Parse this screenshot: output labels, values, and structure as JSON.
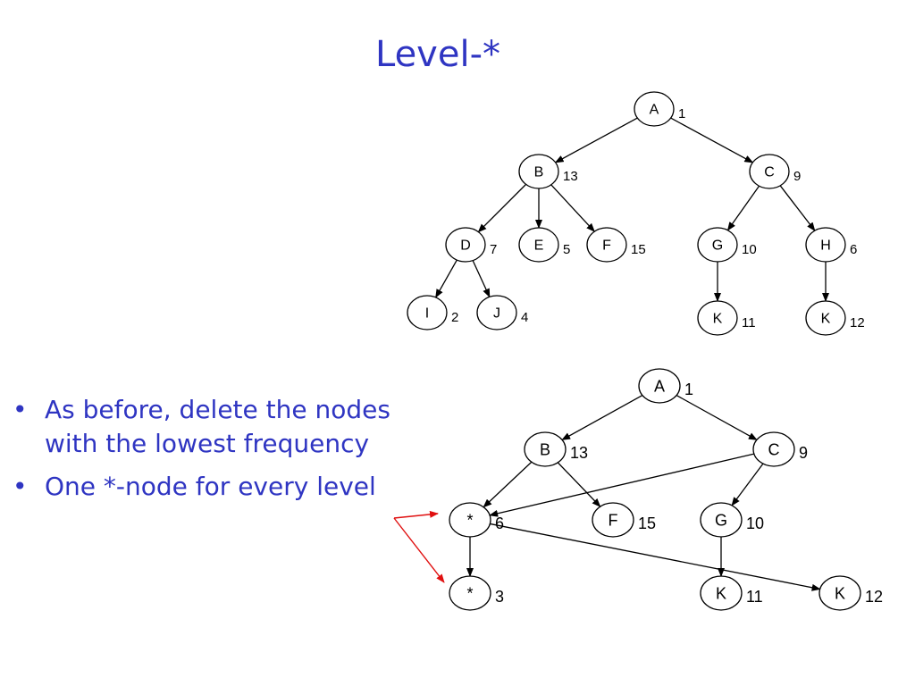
{
  "title": "Level-*",
  "bullets": [
    "As before, delete the nodes with the lowest frequency",
    "One *-node for every level"
  ],
  "top_tree": {
    "nodes": {
      "A": {
        "label": "A",
        "freq": "1"
      },
      "B": {
        "label": "B",
        "freq": "13"
      },
      "C": {
        "label": "C",
        "freq": "9"
      },
      "D": {
        "label": "D",
        "freq": "7"
      },
      "E": {
        "label": "E",
        "freq": "5"
      },
      "F": {
        "label": "F",
        "freq": "15"
      },
      "G": {
        "label": "G",
        "freq": "10"
      },
      "H": {
        "label": "H",
        "freq": "6"
      },
      "I": {
        "label": "I",
        "freq": "2"
      },
      "J": {
        "label": "J",
        "freq": "4"
      },
      "K1": {
        "label": "K",
        "freq": "11"
      },
      "K2": {
        "label": "K",
        "freq": "12"
      }
    },
    "edges": [
      [
        "A",
        "B"
      ],
      [
        "A",
        "C"
      ],
      [
        "B",
        "D"
      ],
      [
        "B",
        "E"
      ],
      [
        "B",
        "F"
      ],
      [
        "C",
        "G"
      ],
      [
        "C",
        "H"
      ],
      [
        "D",
        "I"
      ],
      [
        "D",
        "J"
      ],
      [
        "G",
        "K1"
      ],
      [
        "H",
        "K2"
      ]
    ]
  },
  "bottom_tree": {
    "nodes": {
      "A": {
        "label": "A",
        "freq": "1"
      },
      "B": {
        "label": "B",
        "freq": "13"
      },
      "C": {
        "label": "C",
        "freq": "9"
      },
      "S1": {
        "label": "*",
        "freq": "6"
      },
      "F": {
        "label": "F",
        "freq": "15"
      },
      "G": {
        "label": "G",
        "freq": "10"
      },
      "S2": {
        "label": "*",
        "freq": "3"
      },
      "K1": {
        "label": "K",
        "freq": "11"
      },
      "K2": {
        "label": "K",
        "freq": "12"
      }
    },
    "edges": [
      [
        "A",
        "B"
      ],
      [
        "A",
        "C"
      ],
      [
        "B",
        "S1"
      ],
      [
        "B",
        "F"
      ],
      [
        "C",
        "S1"
      ],
      [
        "C",
        "G"
      ],
      [
        "S1",
        "S2"
      ],
      [
        "S1",
        "K2"
      ],
      [
        "G",
        "K1"
      ]
    ]
  },
  "colors": {
    "title": "#2f35c2",
    "text": "#2f35c2",
    "pointer": "#e01010",
    "line": "#000000"
  }
}
